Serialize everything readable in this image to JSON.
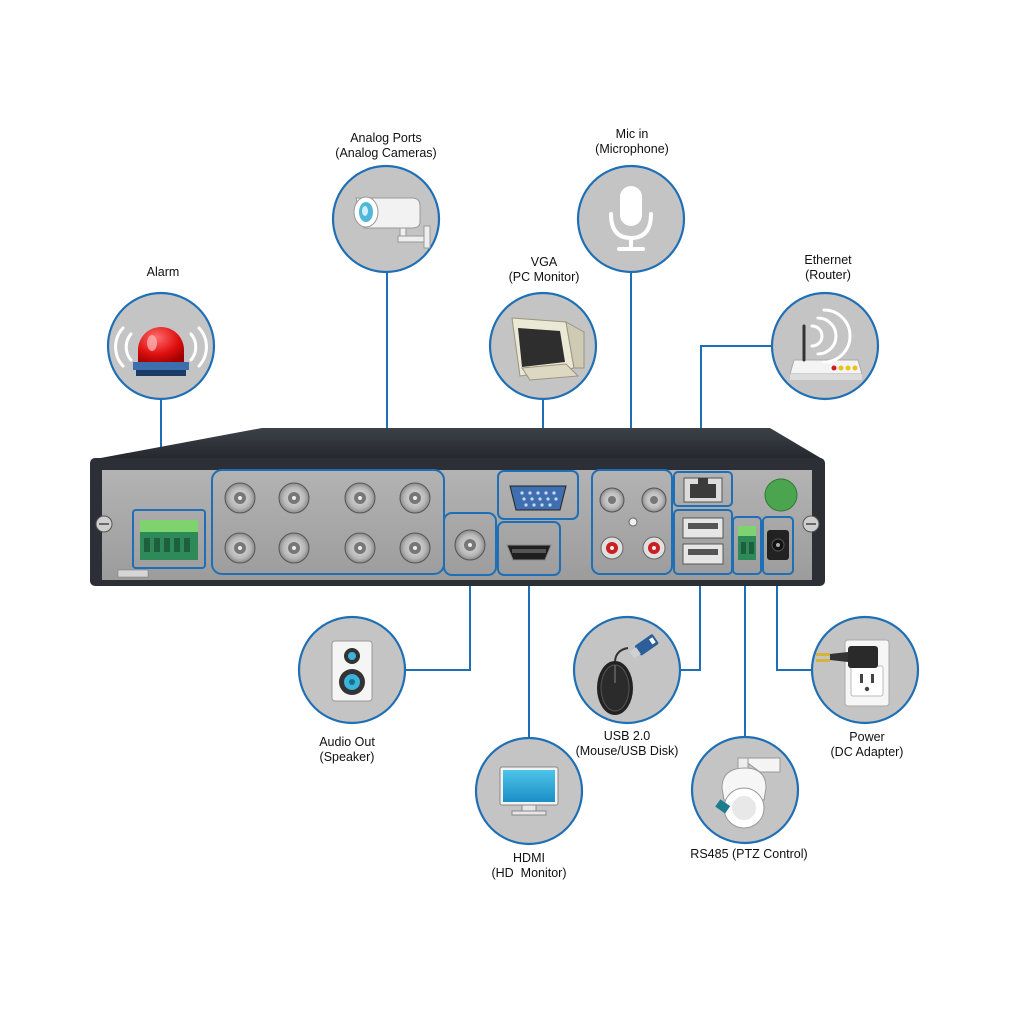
{
  "colors": {
    "accent": "#1e6fb5",
    "circle_fill": "#c4c4c4",
    "panel": "#a7a7a7",
    "chassis": "#2d3137"
  },
  "labels": {
    "alarm": {
      "line1": "Alarm",
      "icon": "siren-icon"
    },
    "analog": {
      "line1": "Analog Ports",
      "line2": "(Analog Cameras)",
      "icon": "camera-icon"
    },
    "vga": {
      "line1": "VGA",
      "line2": "(PC Monitor)",
      "icon": "crt-monitor-icon"
    },
    "mic": {
      "line1": "Mic in",
      "line2": "(Microphone)",
      "icon": "microphone-icon"
    },
    "ethernet": {
      "line1": "Ethernet",
      "line2": "(Router)",
      "icon": "router-icon"
    },
    "audio_out": {
      "line1": "Audio Out",
      "line2": "(Speaker)",
      "icon": "speaker-icon"
    },
    "hdmi": {
      "line1": "HDMI",
      "line2": "(HD  Monitor)",
      "icon": "lcd-monitor-icon"
    },
    "usb": {
      "line1": "USB 2.0",
      "line2": "(Mouse/USB Disk)",
      "icon": "mouse-usb-icon"
    },
    "rs485": {
      "line1": "RS485 (PTZ Control)",
      "icon": "ptz-camera-icon"
    },
    "power": {
      "line1": "Power",
      "line2": "(DC Adapter)",
      "icon": "power-outlet-icon"
    }
  }
}
